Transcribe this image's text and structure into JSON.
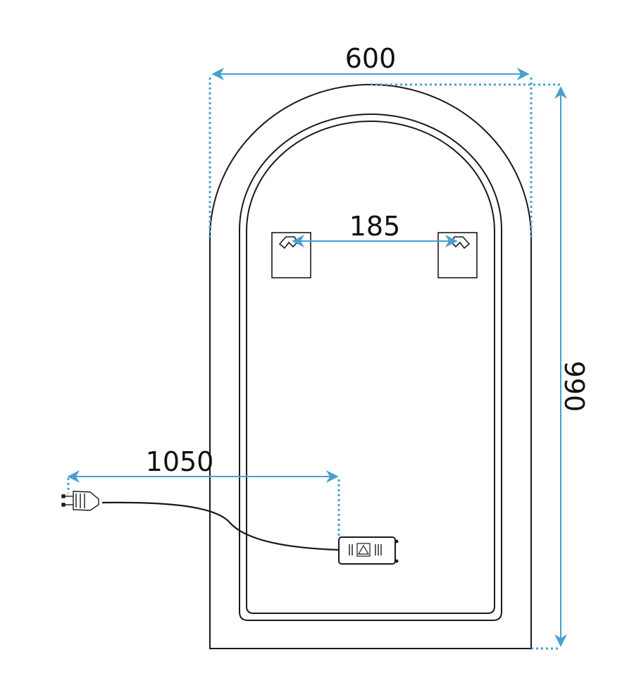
{
  "colors": {
    "outline": "#1a1a1a",
    "dimension": "#4a9fd0",
    "background": "#ffffff"
  },
  "dimensions": {
    "width_label": "600",
    "height_label": "990",
    "bracket_spacing_label": "185",
    "cable_length_label": "1050"
  },
  "icons": {
    "plug": "euro-plug-icon",
    "driver": "led-driver-box-icon",
    "hanger": "wall-hanger-bracket-icon"
  }
}
